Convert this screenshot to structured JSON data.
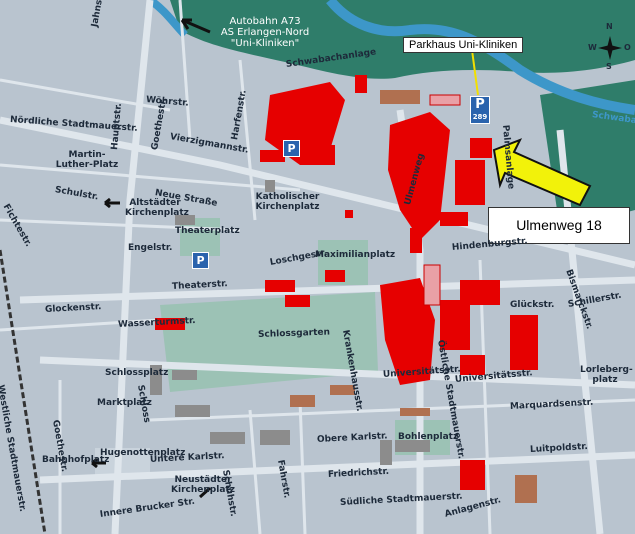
{
  "map": {
    "autobahn_label": [
      "Autobahn A73",
      "AS Erlangen-Nord",
      "\"Uni-Kliniken\""
    ],
    "parkhaus_label": "Parkhaus Uni-Kliniken",
    "parkhaus_number": "289",
    "destination_label": "Ulmenweg 18",
    "compass": {
      "north": "N",
      "south": "S",
      "west": "W",
      "east": "O"
    },
    "parking_symbol": "P",
    "colors": {
      "background": "#b9c4cf",
      "river": "#3d97c9",
      "green": "#2f7d6a",
      "park": "#9cc2b5",
      "clinic_buildings": "#e60000",
      "other_buildings": "#8c8c8c",
      "historic_buildings": "#b07050",
      "arrow": "#f2f20a"
    },
    "streets": [
      "Jahnstr.",
      "Nördliche Stadtmauerstr.",
      "Schwabachanlage",
      "Wöhrstr.",
      "Hauptstr.",
      "Goethestr.",
      "Vierzigmannstr.",
      "Harfenstr.",
      "Martin-Luther-Platz",
      "Neue Straße",
      "Katholischer Kirchenplatz",
      "Altstädter Kirchenplatz",
      "Fichtestr.",
      "Schulstr.",
      "Engelstr.",
      "Theaterplatz",
      "Theaterstr.",
      "Loschgestr.",
      "Maximilianplatz",
      "Glockenstr.",
      "Wasserturmstr.",
      "Schlossgarten",
      "Krankenhausstr.",
      "Östliche Stadtmauerstr.",
      "Glückstr.",
      "Schillerstr.",
      "Bismarckstr.",
      "Universitätsstr.",
      "Lorleberg-platz",
      "Schlossplatz",
      "Marktplatz",
      "Westliche Stadtmauerstr.",
      "Marquardsenstr.",
      "Hugenottenplatz",
      "Untere Karlstr.",
      "Obere Karlstr.",
      "Bohlenplatz",
      "Luitpoldstr.",
      "Friedrichstr.",
      "Neustädter Kirchenplatz",
      "Bahnhofplatz",
      "Innere Brucker Str.",
      "Südliche Stadtmauerstr.",
      "Anlagenstr.",
      "Ulmenweg",
      "Hindenburgstr.",
      "Palmsanlage",
      "Schwabach",
      "Schloss",
      "Universitätsstr.",
      "Goethestr.",
      "Schuhstr.",
      "Fahrstr."
    ]
  }
}
